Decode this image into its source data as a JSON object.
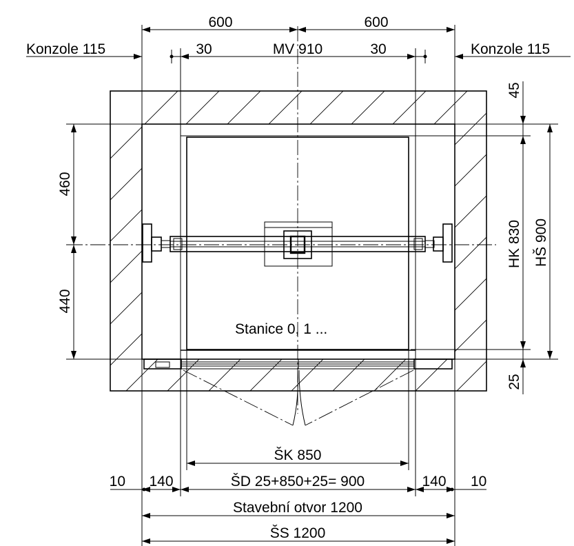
{
  "labels": {
    "top_600_left": "600",
    "top_600_right": "600",
    "konzole_left": "Konzole 115",
    "konzole_right": "Konzole 115",
    "gap_30_left": "30",
    "gap_30_right": "30",
    "mv": "MV 910",
    "dim_45": "45",
    "dim_460": "460",
    "dim_440": "440",
    "hk": "HK 830",
    "hs": "HŠ 900",
    "dim_25": "25",
    "stanice": "Stanice 0, 1 ...",
    "sk": "ŠK 850",
    "dim_10_left": "10",
    "dim_140_left": "140",
    "sd": "ŠD 25+850+25= 900",
    "dim_140_right": "140",
    "dim_10_right": "10",
    "otvor": "Stavební otvor 1200",
    "ss": "ŠS 1200"
  },
  "colors": {
    "line": "#000000",
    "background": "#ffffff"
  }
}
